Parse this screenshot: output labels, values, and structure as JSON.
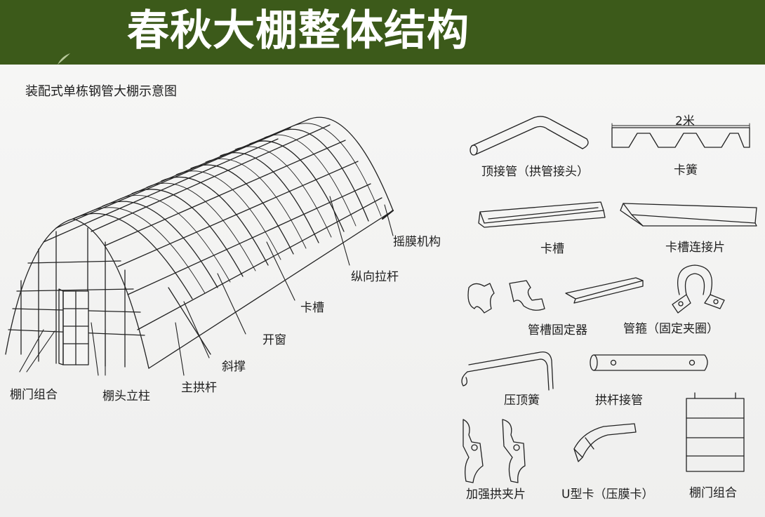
{
  "header": {
    "title": "春秋大棚整体结构",
    "background_color": "#3c5a1a",
    "title_color": "#ffffff"
  },
  "diagram": {
    "subtitle": "装配式单栋钢管大棚示意图",
    "callouts": {
      "film_roller": "摇膜机构",
      "longitudinal_bar": "纵向拉杆",
      "clip_channel": "卡槽",
      "window": "开窗",
      "diagonal_brace": "斜撑",
      "main_arch": "主拱杆",
      "end_column": "棚头立柱",
      "door_assembly": "棚门组合"
    }
  },
  "parts": {
    "top_connector": "顶接管（拱管接头）",
    "spring_wire": "卡簧",
    "spring_length": "2米",
    "channel": "卡槽",
    "channel_connector": "卡槽连接片",
    "channel_fixer": "管槽固定器",
    "pipe_hoop": "管箍（固定夹圈）",
    "top_press_spring": "压顶簧",
    "arch_joint_pipe": "拱杆接管",
    "reinforced_clip": "加强拱夹片",
    "u_clip": "U型卡（压膜卡）",
    "door_assembly": "棚门组合"
  }
}
